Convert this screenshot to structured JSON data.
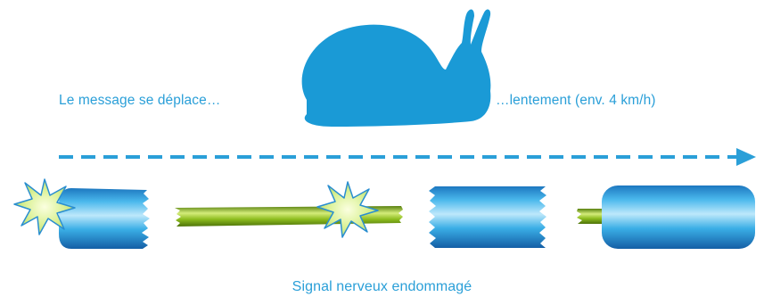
{
  "captions": {
    "left": "Le message se déplace…",
    "right": "…lentement (env. 4 km/h)",
    "bottom": "Signal nerveux endommagé"
  },
  "colors": {
    "blue": "#2a9fd8",
    "snail": "#1a9ad6",
    "axon_green": "#8cbc1e",
    "spark": "#d8f08a"
  },
  "icons": {
    "snail": "snail-icon",
    "spark": "spark-icon",
    "arrow": "dashed-arrow"
  }
}
